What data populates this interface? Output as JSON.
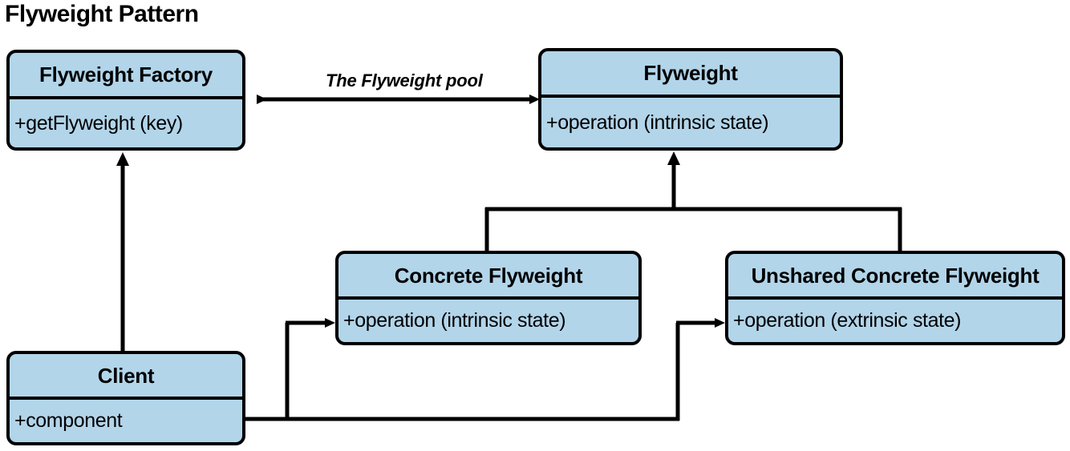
{
  "diagram": {
    "title": "Flyweight Pattern",
    "type": "uml-class-diagram",
    "colors": {
      "box_fill": "#b2d5ea",
      "box_border": "#000000",
      "line": "#000000",
      "text": "#000000",
      "background": "#ffffff"
    },
    "classes": [
      {
        "id": "flyweight-factory",
        "name": "Flyweight Factory",
        "members": "+getFlyweight (key)"
      },
      {
        "id": "flyweight",
        "name": "Flyweight",
        "members": "+operation (intrinsic state)"
      },
      {
        "id": "concrete-flyweight",
        "name": "Concrete Flyweight",
        "members": "+operation (intrinsic state)"
      },
      {
        "id": "unshared-concrete-flyweight",
        "name": "Unshared Concrete Flyweight",
        "members": "+operation (extrinsic state)"
      },
      {
        "id": "client",
        "name": "Client",
        "members": "+component"
      }
    ],
    "edges": [
      {
        "id": "pool-association",
        "label": "The Flyweight pool",
        "from": "flyweight-factory",
        "to": "flyweight",
        "arrowheads": "both"
      },
      {
        "id": "client-to-factory",
        "label": "",
        "from": "client",
        "to": "flyweight-factory",
        "arrowheads": "to"
      },
      {
        "id": "concrete-inherits-flyweight",
        "label": "",
        "from": "concrete-flyweight",
        "to": "flyweight",
        "arrowheads": "to"
      },
      {
        "id": "unshared-inherits-flyweight",
        "label": "",
        "from": "unshared-concrete-flyweight",
        "to": "flyweight",
        "arrowheads": "to"
      },
      {
        "id": "client-to-concrete",
        "label": "",
        "from": "client",
        "to": "concrete-flyweight",
        "arrowheads": "to"
      },
      {
        "id": "client-to-unshared",
        "label": "",
        "from": "client",
        "to": "unshared-concrete-flyweight",
        "arrowheads": "to"
      }
    ]
  }
}
